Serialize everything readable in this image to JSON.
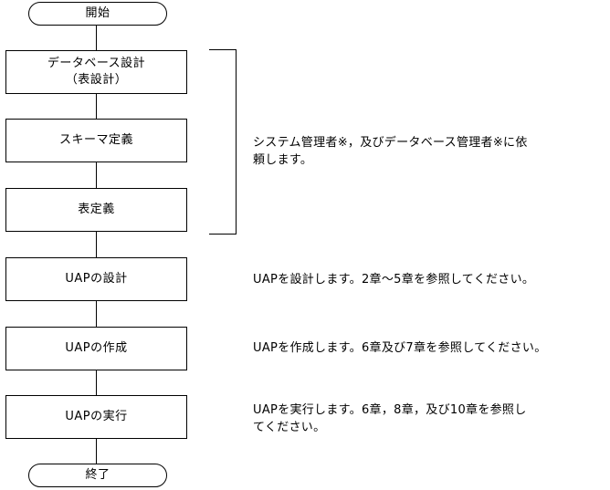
{
  "diagram": {
    "title": "UAP development flow",
    "line_color": "#000000",
    "background_color": "#ffffff",
    "text_color": "#000000",
    "start_terminal": {
      "label": "開始"
    },
    "end_terminal": {
      "label": "終了"
    },
    "steps": [
      {
        "line1": "データベース設計",
        "line2": "（表設計）"
      },
      {
        "line1": "スキーマ定義",
        "line2": ""
      },
      {
        "line1": "表定義",
        "line2": ""
      },
      {
        "line1": "UAPの設計",
        "line2": ""
      },
      {
        "line1": "UAPの作成",
        "line2": ""
      },
      {
        "line1": "UAPの実行",
        "line2": ""
      }
    ],
    "notes": [
      {
        "text": "システム管理者※，及びデータベース管理者※に依\n頼します。"
      },
      {
        "text": "UAPを設計します。2章～5章を参照してください。"
      },
      {
        "text": "UAPを作成します。6章及び7章を参照してください。"
      },
      {
        "text": "UAPを実行します。6章，8章，及び10章を参照し\nてください。"
      }
    ]
  }
}
